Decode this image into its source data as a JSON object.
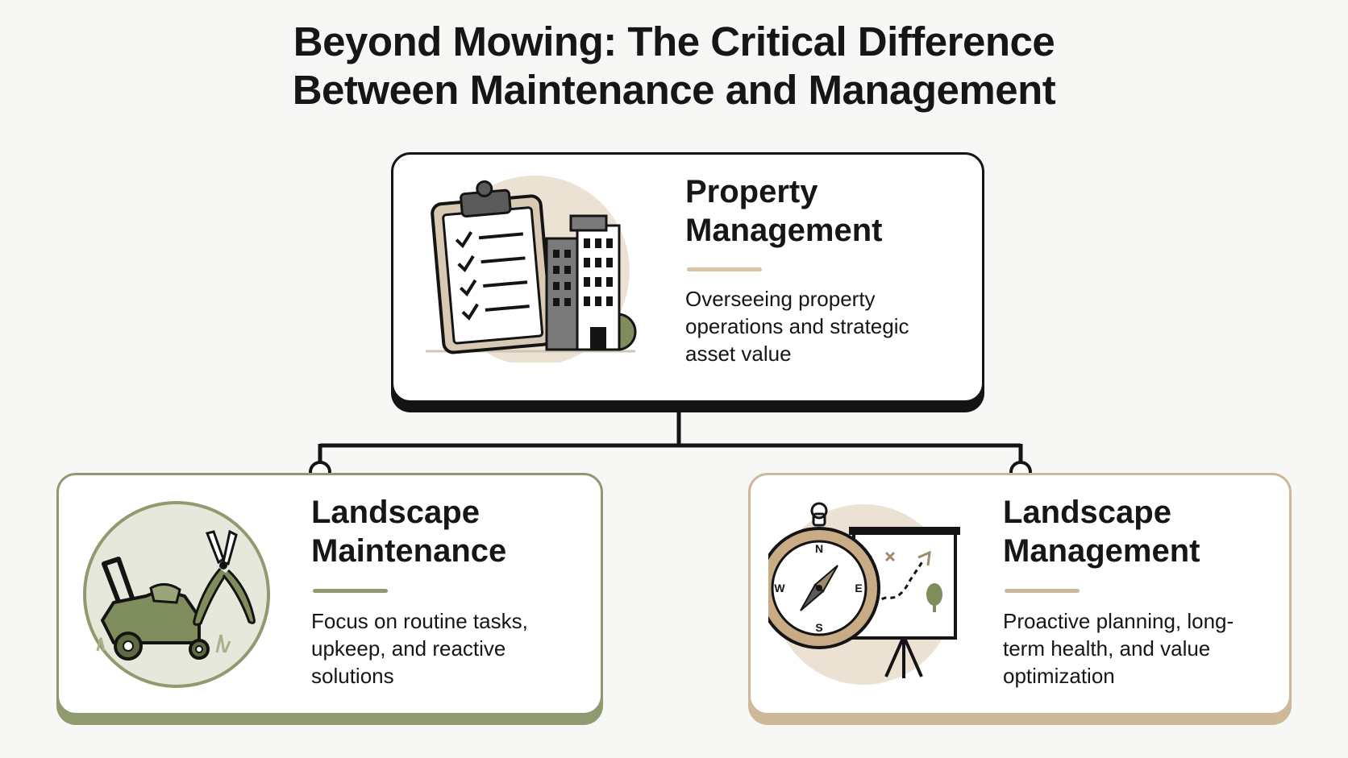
{
  "title": {
    "line1": "Beyond Mowing: The Critical Difference",
    "line2": "Between Maintenance and Management"
  },
  "nodes": {
    "property": {
      "title_line1": "Property",
      "title_line2": "Management",
      "description": "Overseeing property operations and strategic asset value",
      "icons": [
        "clipboard-checklist-icon",
        "office-building-icon"
      ]
    },
    "maintenance": {
      "title_line1": "Landscape",
      "title_line2": "Maintenance",
      "description": "Focus on routine tasks, upkeep, and reactive solutions",
      "icons": [
        "lawn-mower-icon",
        "pruning-shears-icon"
      ]
    },
    "landscape_management": {
      "title_line1": "Landscape",
      "title_line2": "Management",
      "description": "Proactive planning, long-term health, and value optimization",
      "icons": [
        "compass-icon",
        "strategy-board-icon"
      ],
      "compass_labels": {
        "n": "N",
        "s": "S",
        "e": "E",
        "w": "W"
      }
    }
  },
  "colors": {
    "dark": "#141414",
    "olive": "#8f9a6e",
    "tan": "#cdb89a",
    "rule_tan": "#d9c4a5",
    "rule_olive": "#8f9a6e"
  }
}
